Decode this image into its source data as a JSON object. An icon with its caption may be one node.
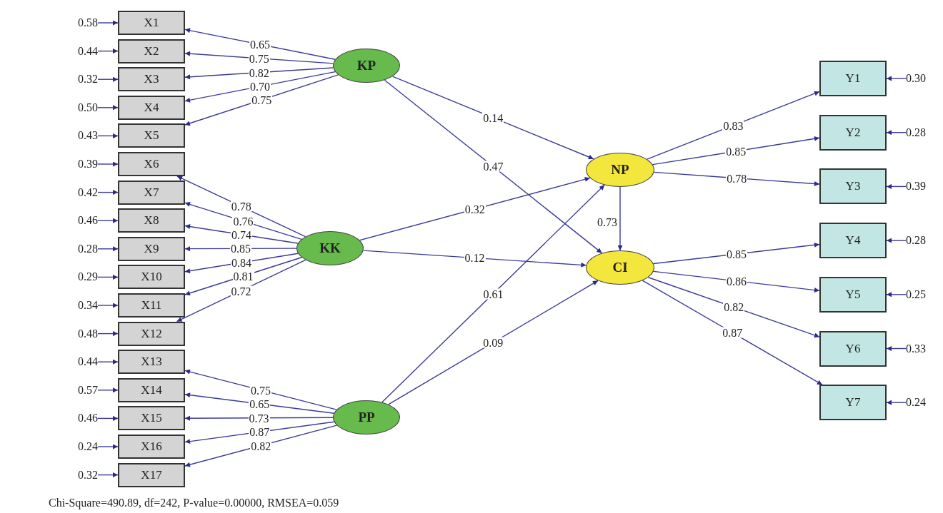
{
  "diagram": {
    "nodes": [
      {
        "text": [
          "X1"
        ]
      },
      {
        "text": [
          "X2"
        ]
      },
      {
        "text": [
          "X3"
        ]
      },
      {
        "text": [
          "X4"
        ]
      },
      {
        "text": [
          "X5"
        ]
      },
      {
        "text": [
          "X6"
        ]
      },
      {
        "text": [
          "X7"
        ]
      },
      {
        "text": [
          "X8"
        ]
      },
      {
        "text": [
          "X9"
        ]
      },
      {
        "text": [
          "X10"
        ]
      },
      {
        "text": [
          "X11"
        ]
      },
      {
        "text": [
          "X12"
        ]
      },
      {
        "text": [
          "X13"
        ]
      },
      {
        "text": [
          "X14"
        ]
      },
      {
        "text": [
          "X15"
        ]
      },
      {
        "text": [
          "X16"
        ]
      },
      {
        "text": [
          "X17"
        ]
      },
      {
        "text": [
          "KP"
        ]
      },
      {
        "text": [
          "KK"
        ]
      },
      {
        "text": [
          "PP"
        ]
      },
      {
        "text": [
          "NP"
        ]
      },
      {
        "text": [
          "CI"
        ]
      },
      {
        "text": [
          "Y1"
        ]
      },
      {
        "text": [
          "Y2"
        ]
      },
      {
        "text": [
          "Y3"
        ]
      },
      {
        "text": [
          "Y4"
        ]
      },
      {
        "text": [
          "Y5"
        ]
      },
      {
        "text": [
          "Y6"
        ]
      },
      {
        "text": [
          "Y7"
        ]
      },
      {
        "text": [
          "0.58"
        ]
      },
      {
        "text": [
          "0.44"
        ]
      },
      {
        "text": [
          "0.32"
        ]
      },
      {
        "text": [
          "0.50"
        ]
      },
      {
        "text": [
          "0.43"
        ]
      },
      {
        "text": [
          "0.39"
        ]
      },
      {
        "text": [
          "0.42"
        ]
      },
      {
        "text": [
          "0.46"
        ]
      },
      {
        "text": [
          "0.28"
        ]
      },
      {
        "text": [
          "0.29"
        ]
      },
      {
        "text": [
          "0.34"
        ]
      },
      {
        "text": [
          "0.48"
        ]
      },
      {
        "text": [
          "0.44"
        ]
      },
      {
        "text": [
          "0.57"
        ]
      },
      {
        "text": [
          "0.46"
        ]
      },
      {
        "text": [
          "0.24"
        ]
      },
      {
        "text": [
          "0.32"
        ]
      },
      {
        "text": [
          "0.30"
        ]
      },
      {
        "text": [
          "0.28"
        ]
      },
      {
        "text": [
          "0.39"
        ]
      },
      {
        "text": [
          "0.28"
        ]
      },
      {
        "text": [
          "0.25"
        ]
      },
      {
        "text": [
          "0.33"
        ]
      },
      {
        "text": [
          "0.24"
        ]
      }
    ],
    "edges": [
      {
        "from": 17,
        "to": 0,
        "arrow": "to",
        "label": "0.65"
      },
      {
        "from": 17,
        "to": 1,
        "arrow": "to",
        "label": "0.75"
      },
      {
        "from": 17,
        "to": 2,
        "arrow": "to",
        "label": "0.82"
      },
      {
        "from": 17,
        "to": 3,
        "arrow": "to",
        "label": "0.70"
      },
      {
        "from": 17,
        "to": 4,
        "arrow": "to",
        "label": "0.75"
      },
      {
        "from": 18,
        "to": 5,
        "arrow": "to",
        "label": "0.78"
      },
      {
        "from": 18,
        "to": 6,
        "arrow": "to",
        "label": "0.76"
      },
      {
        "from": 18,
        "to": 7,
        "arrow": "to",
        "label": "0.74"
      },
      {
        "from": 18,
        "to": 8,
        "arrow": "to",
        "label": "0.85"
      },
      {
        "from": 18,
        "to": 9,
        "arrow": "to",
        "label": "0.84"
      },
      {
        "from": 18,
        "to": 10,
        "arrow": "to",
        "label": "0.81"
      },
      {
        "from": 18,
        "to": 11,
        "arrow": "to",
        "label": "0.72"
      },
      {
        "from": 19,
        "to": 12,
        "arrow": "to",
        "label": "0.75"
      },
      {
        "from": 19,
        "to": 13,
        "arrow": "to",
        "label": "0.65"
      },
      {
        "from": 19,
        "to": 14,
        "arrow": "to",
        "label": "0.73"
      },
      {
        "from": 19,
        "to": 15,
        "arrow": "to",
        "label": "0.87"
      },
      {
        "from": 19,
        "to": 16,
        "arrow": "to",
        "label": "0.82"
      },
      {
        "from": 17,
        "to": 20,
        "arrow": "to",
        "label": "0.14"
      },
      {
        "from": 17,
        "to": 21,
        "arrow": "to",
        "label": "0.47"
      },
      {
        "from": 18,
        "to": 20,
        "arrow": "to",
        "label": "0.32"
      },
      {
        "from": 18,
        "to": 21,
        "arrow": "to",
        "label": "0.12"
      },
      {
        "from": 19,
        "to": 20,
        "arrow": "to",
        "label": "0.61"
      },
      {
        "from": 19,
        "to": 21,
        "arrow": "to",
        "label": "0.09"
      },
      {
        "from": 20,
        "to": 21,
        "arrow": "to",
        "label": "0.73"
      },
      {
        "from": 20,
        "to": 22,
        "arrow": "to",
        "label": "0.83"
      },
      {
        "from": 20,
        "to": 23,
        "arrow": "to",
        "label": "0.85"
      },
      {
        "from": 20,
        "to": 24,
        "arrow": "to",
        "label": "0.78"
      },
      {
        "from": 21,
        "to": 25,
        "arrow": "to",
        "label": "0.85"
      },
      {
        "from": 21,
        "to": 26,
        "arrow": "to",
        "label": "0.86"
      },
      {
        "from": 21,
        "to": 27,
        "arrow": "to",
        "label": "0.82"
      },
      {
        "from": 21,
        "to": 28,
        "arrow": "to",
        "label": "0.87"
      },
      {
        "from": 29,
        "to": 0,
        "arrow": "to"
      },
      {
        "from": 30,
        "to": 1,
        "arrow": "to"
      },
      {
        "from": 31,
        "to": 2,
        "arrow": "to"
      },
      {
        "from": 32,
        "to": 3,
        "arrow": "to"
      },
      {
        "from": 33,
        "to": 4,
        "arrow": "to"
      },
      {
        "from": 34,
        "to": 5,
        "arrow": "to"
      },
      {
        "from": 35,
        "to": 6,
        "arrow": "to"
      },
      {
        "from": 36,
        "to": 7,
        "arrow": "to"
      },
      {
        "from": 37,
        "to": 8,
        "arrow": "to"
      },
      {
        "from": 38,
        "to": 9,
        "arrow": "to"
      },
      {
        "from": 39,
        "to": 10,
        "arrow": "to"
      },
      {
        "from": 40,
        "to": 11,
        "arrow": "to"
      },
      {
        "from": 41,
        "to": 12,
        "arrow": "to"
      },
      {
        "from": 42,
        "to": 13,
        "arrow": "to"
      },
      {
        "from": 43,
        "to": 14,
        "arrow": "to"
      },
      {
        "from": 44,
        "to": 15,
        "arrow": "to"
      },
      {
        "from": 45,
        "to": 16,
        "arrow": "to"
      },
      {
        "from": 46,
        "to": 22,
        "arrow": "to"
      },
      {
        "from": 47,
        "to": 23,
        "arrow": "to"
      },
      {
        "from": 48,
        "to": 24,
        "arrow": "to"
      },
      {
        "from": 49,
        "to": 25,
        "arrow": "to"
      },
      {
        "from": 50,
        "to": 26,
        "arrow": "to"
      },
      {
        "from": 51,
        "to": 27,
        "arrow": "to"
      },
      {
        "from": 52,
        "to": 28,
        "arrow": "to"
      }
    ],
    "labels": [
      "Chi-Square=490.89, df=242, P-value=0.00000, RMSEA=0.059"
    ]
  }
}
